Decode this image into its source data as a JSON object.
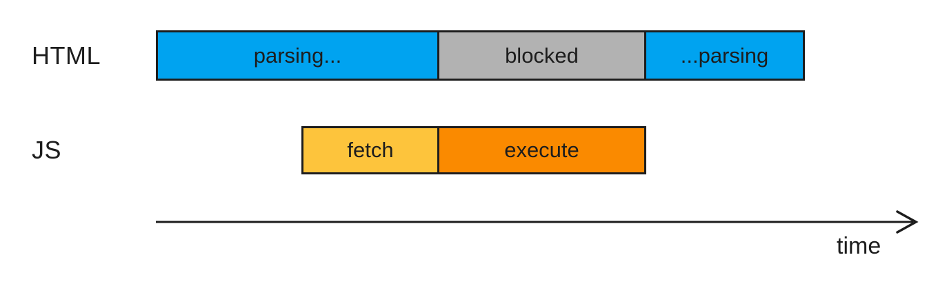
{
  "diagram": {
    "title_semantic": "parser-blocking-javascript-timeline",
    "rows": [
      {
        "label": "HTML",
        "segments": [
          {
            "name": "parsing-start",
            "label": "parsing...",
            "color": "#00A3F0"
          },
          {
            "name": "blocked",
            "label": "blocked",
            "color": "#B2B2B2"
          },
          {
            "name": "parsing-end",
            "label": "...parsing",
            "color": "#00A3F0"
          }
        ]
      },
      {
        "label": "JS",
        "segments": [
          {
            "name": "fetch",
            "label": "fetch",
            "color": "#FDC43C"
          },
          {
            "name": "execute",
            "label": "execute",
            "color": "#FA8A00"
          }
        ]
      }
    ],
    "axis": {
      "label": "time"
    },
    "colors": {
      "border": "#1D1D1D",
      "text": "#1D1D1D",
      "background": "#FFFFFF"
    }
  }
}
